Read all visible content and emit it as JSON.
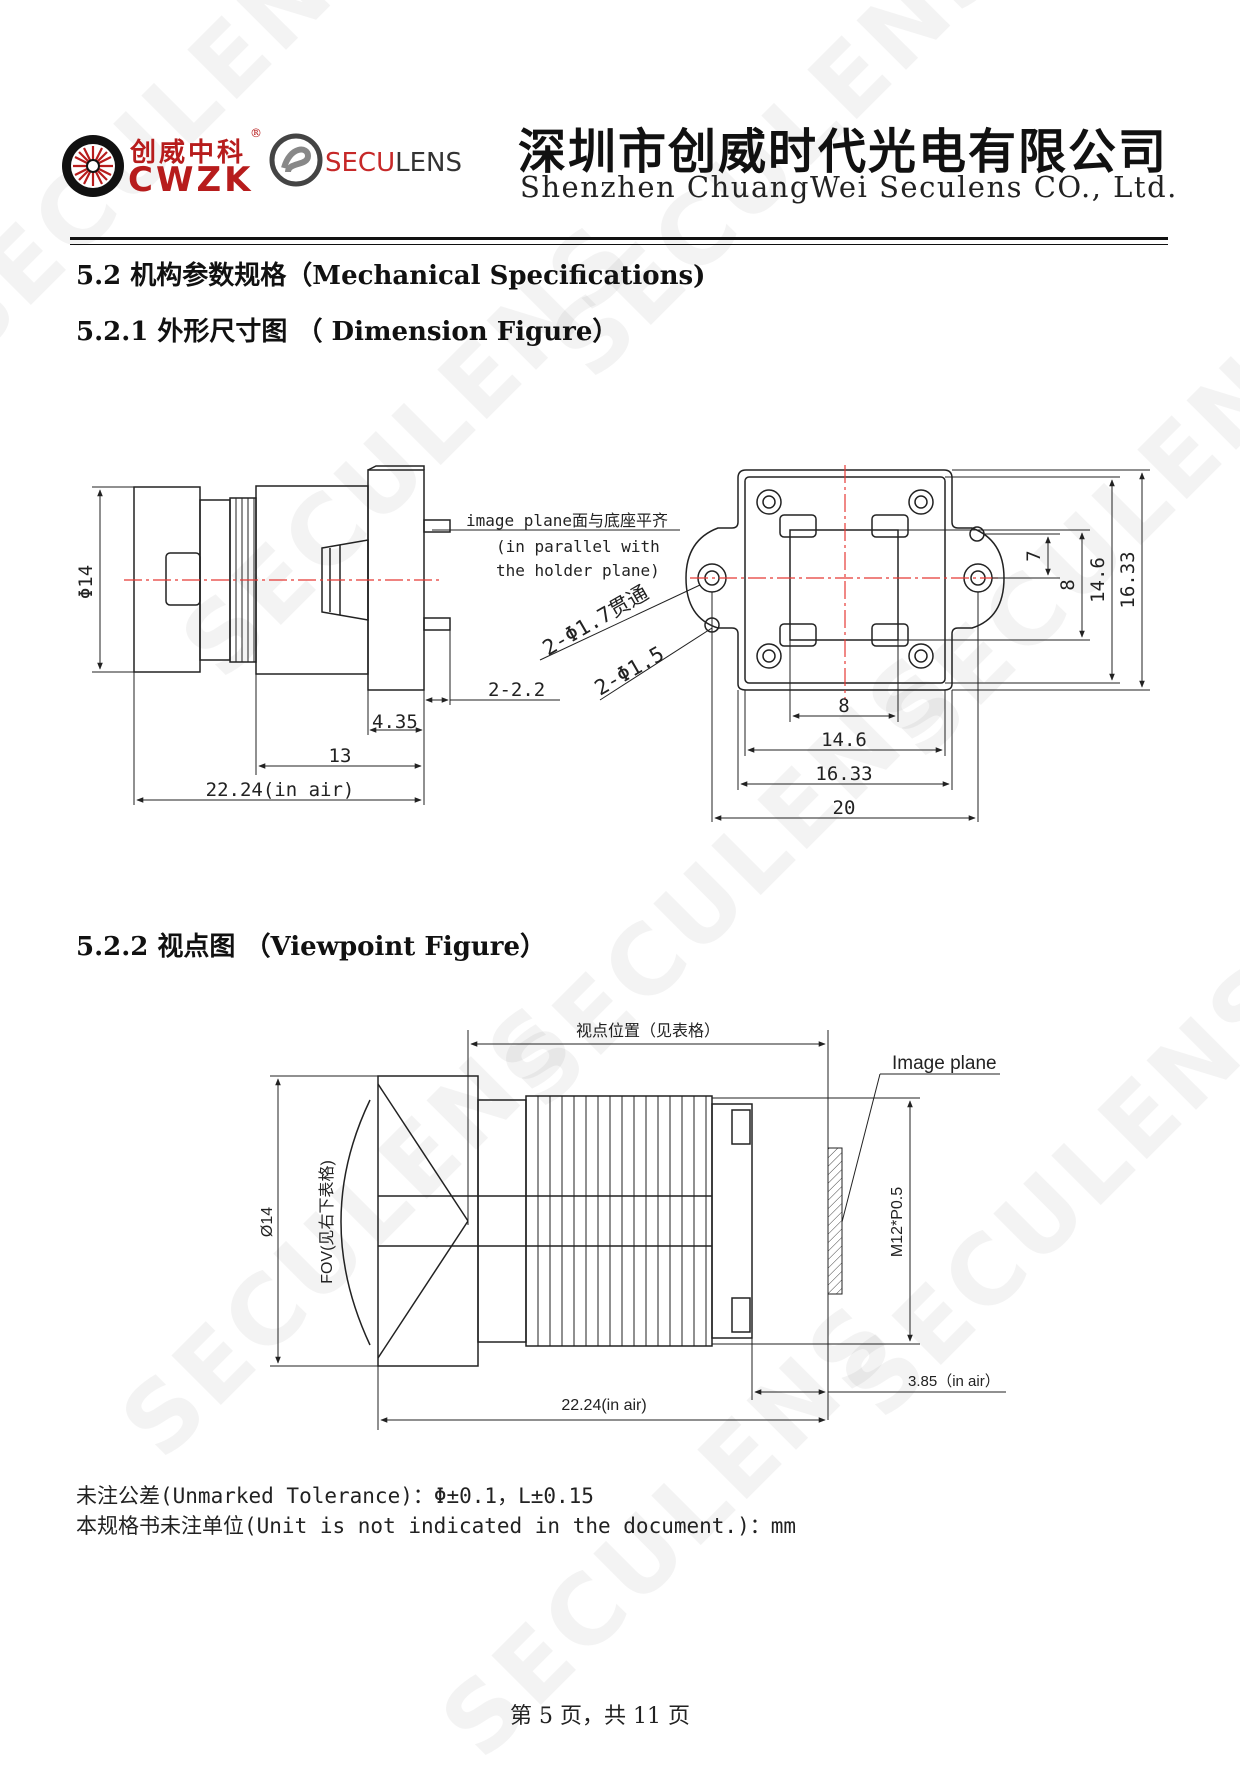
{
  "header": {
    "brand_cn": "创威中科",
    "brand_en": "CWZK",
    "registered": "®",
    "seculens_a": "SECU",
    "seculens_b": "LENS",
    "company_cn": "深圳市创威时代光电有限公司",
    "company_en": "Shenzhen ChuangWei Seculens CO., Ltd."
  },
  "watermark_text": "SECULENS",
  "sections": {
    "s52": "5.2 机构参数规格（Mechanical Specifications)",
    "s521": "5.2.1 外形尺寸图 （ Dimension Figure）",
    "s522": "5.2.2 视点图 （Viewpoint Figure）"
  },
  "dimension_figure": {
    "dia14": "Φ14",
    "note_line1": "image plane面与底座平齐",
    "note_line2": "(in parallel with",
    "note_line3": "the holder plane)",
    "hole_through": "2-Φ1.7贯通",
    "hole_15": "2-Φ1.5",
    "d_2_2": "2-2.2",
    "d_4_35": "4.35",
    "d_13": "13",
    "d_22_24": "22.24(in air)",
    "d_8": "8",
    "d_14_6": "14.6",
    "d_16_33": "16.33",
    "d_20": "20",
    "d_7": "7",
    "d_v8": "8",
    "d_v14_6": "14.6",
    "d_v16_33": "16.33"
  },
  "viewpoint_figure": {
    "viewpoint_pos": "视点位置（见表格）",
    "image_plane": "Image plane",
    "dia14": "Ø14",
    "fov": "FOV(见右下表格)",
    "thread": "M12*P0.5",
    "d_3_85": "3.85（in air）",
    "d_22_24": "22.24(in air)"
  },
  "notes": {
    "tolerance": "未注公差(Unmarked Tolerance)：Φ±0.1，L±0.15",
    "unit": "本规格书未注单位(Unit is not indicated in the document.)：mm"
  },
  "footer": {
    "page": "第 5 页，共 11 页"
  },
  "colors": {
    "brand_red": "#b71c1c",
    "centerline_red": "#e53935",
    "line": "#222222"
  }
}
